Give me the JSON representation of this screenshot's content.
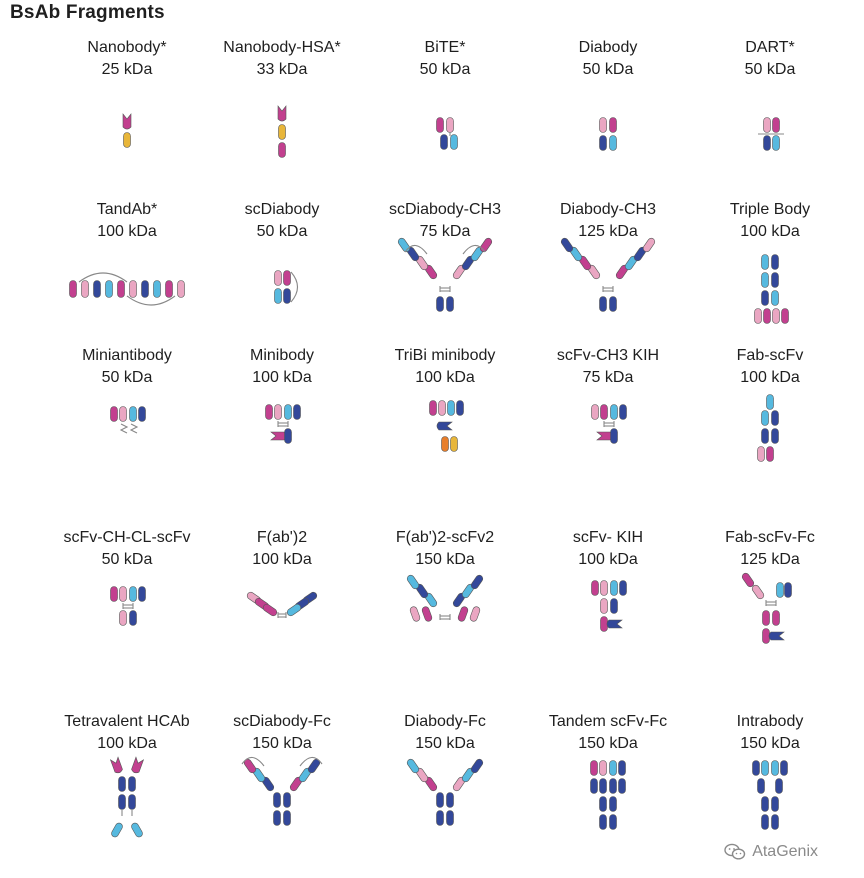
{
  "title": "BsAb Fragments",
  "formats": [
    {
      "name": "Nanobody*",
      "mass": "25 kDa"
    },
    {
      "name": "Nanobody-HSA*",
      "mass": "33 kDa"
    },
    {
      "name": "BiTE*",
      "mass": "50 kDa"
    },
    {
      "name": "Diabody",
      "mass": "50 kDa"
    },
    {
      "name": "DART*",
      "mass": "50 kDa"
    },
    {
      "name": "TandAb*",
      "mass": "100 kDa"
    },
    {
      "name": "scDiabody",
      "mass": "50 kDa"
    },
    {
      "name": "scDiabody-CH3",
      "mass": "75 kDa"
    },
    {
      "name": "Diabody-CH3",
      "mass": "125 kDa"
    },
    {
      "name": "Triple Body",
      "mass": "100 kDa"
    },
    {
      "name": "Miniantibody",
      "mass": "50 kDa"
    },
    {
      "name": "Minibody",
      "mass": "100 kDa"
    },
    {
      "name": "TriBi minibody",
      "mass": "100 kDa"
    },
    {
      "name": "scFv-CH3 KIH",
      "mass": "75 kDa"
    },
    {
      "name": "Fab-scFv",
      "mass": "100 kDa"
    },
    {
      "name": "scFv-CH-CL-scFv",
      "mass": "50 kDa"
    },
    {
      "name": "F(ab')2",
      "mass": "100 kDa"
    },
    {
      "name": "F(ab')2-scFv2",
      "mass": "150 kDa"
    },
    {
      "name": "scFv- KIH",
      "mass": "100 kDa"
    },
    {
      "name": "Fab-scFv-Fc",
      "mass": "125 kDa"
    },
    {
      "name": "Tetravalent HCAb",
      "mass": "100 kDa"
    },
    {
      "name": "scDiabody-Fc",
      "mass": "150 kDa"
    },
    {
      "name": "Diabody-Fc",
      "mass": "150 kDa"
    },
    {
      "name": "Tandem scFv-Fc",
      "mass": "150 kDa"
    },
    {
      "name": "Intrabody",
      "mass": "150 kDa"
    }
  ],
  "watermark": {
    "text": "AtaGenix",
    "icon": "wechat-icon"
  },
  "colors": {
    "magenta": "#c2408f",
    "pink": "#eaa6c2",
    "navy": "#33489a",
    "cyan": "#56b9df",
    "gold": "#e8b63a",
    "orange": "#e77e2b",
    "outline": "#555555"
  }
}
